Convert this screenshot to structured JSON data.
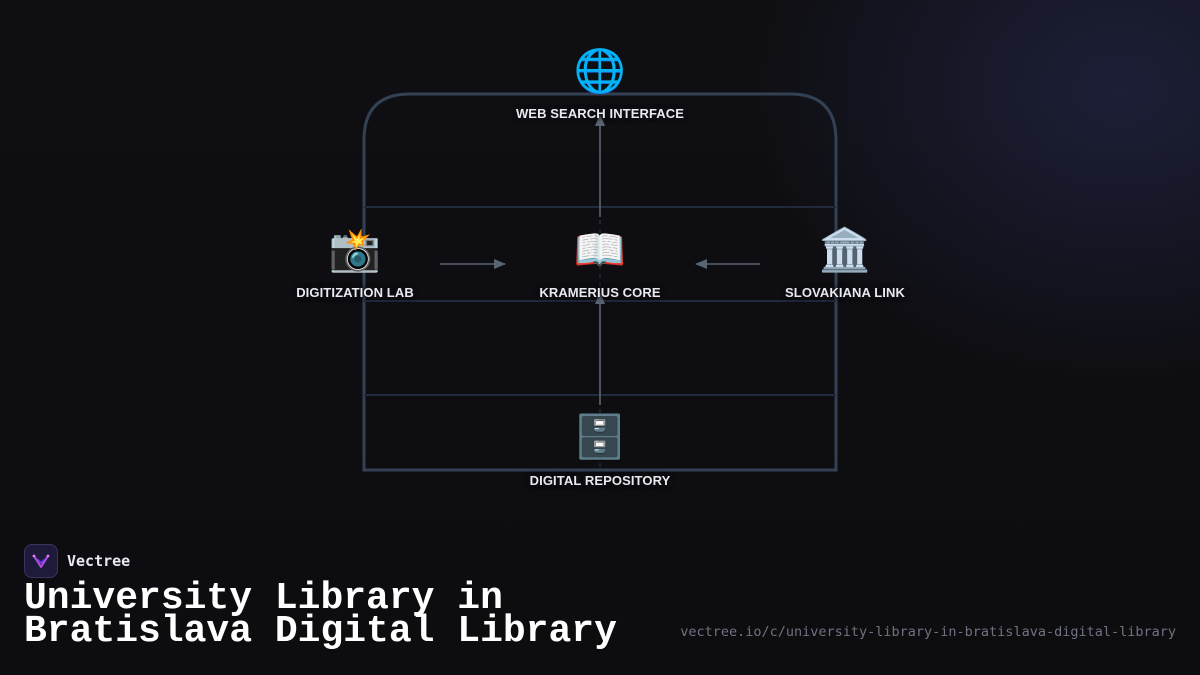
{
  "diagram": {
    "nodes": {
      "web": {
        "icon": "globe-icon",
        "glyph": "🌐",
        "label": "WEB SEARCH INTERFACE"
      },
      "lab": {
        "icon": "camera-flash-icon",
        "glyph": "📸",
        "label": "DIGITIZATION LAB"
      },
      "core": {
        "icon": "open-book-icon",
        "glyph": "📖",
        "label": "KRAMERIUS CORE"
      },
      "slovakiana": {
        "icon": "classical-building-icon",
        "glyph": "🏛️",
        "label": "SLOVAKIANA LINK"
      },
      "repo": {
        "icon": "file-cabinet-icon",
        "glyph": "🗄️",
        "label": "DIGITAL REPOSITORY"
      }
    },
    "edges": [
      {
        "from": "lab",
        "to": "core"
      },
      {
        "from": "slovakiana",
        "to": "core"
      },
      {
        "from": "core",
        "to": "web"
      },
      {
        "from": "repo",
        "to": "core"
      }
    ],
    "colors": {
      "frame": "#334155",
      "arrow": "#5b6473",
      "background": "#0f0f13"
    }
  },
  "brand": {
    "name": "Vectree",
    "logo_icon": "vectree-logo-icon",
    "accent": "#b04fe0"
  },
  "title": "University Library in Bratislava Digital Library",
  "url": "vectree.io/c/university-library-in-bratislava-digital-library"
}
